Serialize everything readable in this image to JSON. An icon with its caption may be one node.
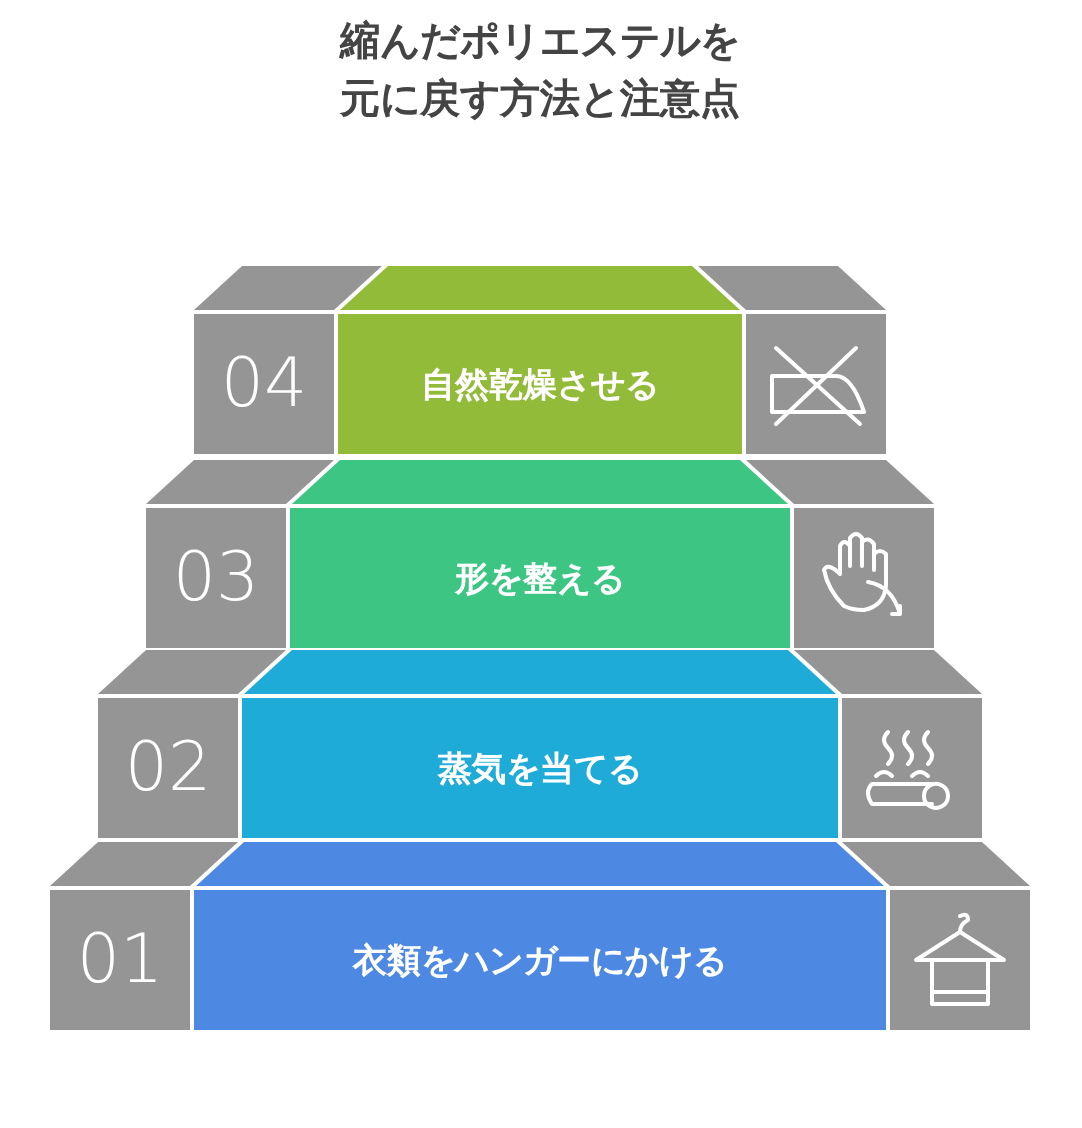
{
  "diagram": {
    "title": "縮んだポリエステルを元に戻す方法と注意点",
    "nodes": [
      {
        "text": [
          "04"
        ]
      },
      {
        "text": [
          "自然乾燥させる"
        ]
      },
      {
        "text": [
          "03"
        ]
      },
      {
        "text": [
          "形を整える"
        ]
      },
      {
        "text": [
          "02"
        ]
      },
      {
        "text": [
          "蒸気を当てる"
        ]
      },
      {
        "text": [
          "01"
        ]
      },
      {
        "text": [
          "衣類をハンガーにかける"
        ]
      }
    ]
  }
}
